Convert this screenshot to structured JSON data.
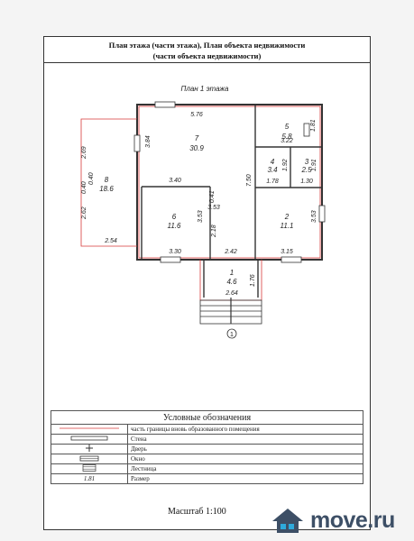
{
  "header": {
    "line1": "План этажа (части этажа), План объекта недвижимости",
    "line2": "(части объекта недвижимости)"
  },
  "plan": {
    "title": "План 1 этажа",
    "rooms": [
      {
        "num": "7",
        "area": "30.9"
      },
      {
        "num": "5",
        "area": "5.8"
      },
      {
        "num": "4",
        "area": "3.4"
      },
      {
        "num": "3",
        "area": "2.5"
      },
      {
        "num": "8",
        "area": "18.6"
      },
      {
        "num": "6",
        "area": "11.6"
      },
      {
        "num": "2",
        "area": "11.1"
      },
      {
        "num": "1",
        "area": "4.6"
      }
    ],
    "dims": [
      "5.76",
      "3.22",
      "1.81",
      "3.84",
      "2.69",
      "0.40",
      "0.40",
      "2.62",
      "2.54",
      "3.40",
      "7.50",
      "1.92",
      "1.78",
      "1.91",
      "1.30",
      "0.41",
      "3.53",
      "2.18",
      "3.53",
      "3.30",
      "2.42",
      "3.15",
      "1.76",
      "2.64",
      "3.53"
    ],
    "axis_marker": "1"
  },
  "legend": {
    "title": "Условные обозначения",
    "items": [
      {
        "label": "часть границы вновь образованного помещения"
      },
      {
        "label": "Стена"
      },
      {
        "label": "Дверь"
      },
      {
        "label": "Окно"
      },
      {
        "label": "Лестница"
      },
      {
        "label": "Размер",
        "symbol_text": "1.81"
      }
    ]
  },
  "scale": "Масштаб 1:100",
  "watermark": {
    "text": "move.ru",
    "color": "#3d4f66",
    "accent": "#2eaadc"
  },
  "colors": {
    "boundary": "#d83a3a",
    "wall": "#333333"
  }
}
